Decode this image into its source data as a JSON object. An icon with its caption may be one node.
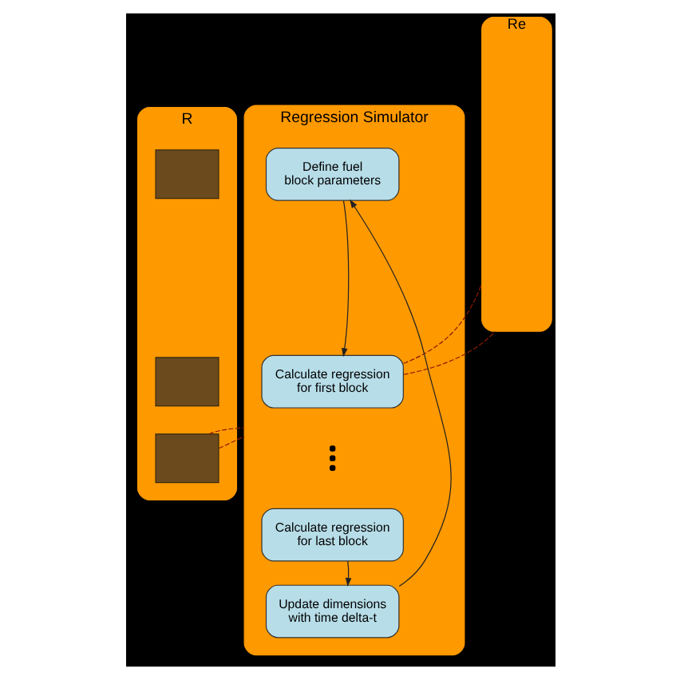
{
  "diagram": {
    "nodes": [
      {
        "text": [
          "R"
        ]
      },
      {
        "text": [],
        "shape": "box",
        "in": 0
      },
      {
        "text": [],
        "shape": "box",
        "in": 0
      },
      {
        "text": [],
        "shape": "box",
        "in": 0
      },
      {
        "text": [
          "Regression Simulator"
        ]
      },
      {
        "text": [
          "Define fuel block parameters"
        ],
        "in": 4
      },
      {
        "text": [
          "Calculate regression for first block"
        ],
        "in": 4
      },
      {
        "text": [],
        "shape": "dots",
        "in": 4
      },
      {
        "text": [
          "Calculate regression for last block"
        ],
        "in": 4
      },
      {
        "text": [
          "Update dimensions with time delta-t"
        ],
        "in": 4
      },
      {
        "text": [
          "Re"
        ]
      }
    ],
    "edges": [
      {
        "from": 5,
        "to": 6,
        "arrow": "to",
        "color": "#222222"
      },
      {
        "from": 8,
        "to": 9,
        "arrow": "to",
        "color": "#222222"
      },
      {
        "from": 9,
        "to": 5,
        "arrow": "to",
        "color": "#222222"
      },
      {
        "from": 3,
        "to": 4,
        "arrow": "none",
        "style": "dashed",
        "color": "#8b1a00"
      },
      {
        "from": 3,
        "to": 4,
        "arrow": "none",
        "style": "dashed",
        "color": "#8b1a00"
      },
      {
        "from": 6,
        "to": 10,
        "arrow": "none",
        "style": "dashed",
        "color": "#8b1a00"
      },
      {
        "from": 6,
        "to": 10,
        "arrow": "none",
        "style": "dashed",
        "color": "#8b1a00"
      }
    ]
  }
}
